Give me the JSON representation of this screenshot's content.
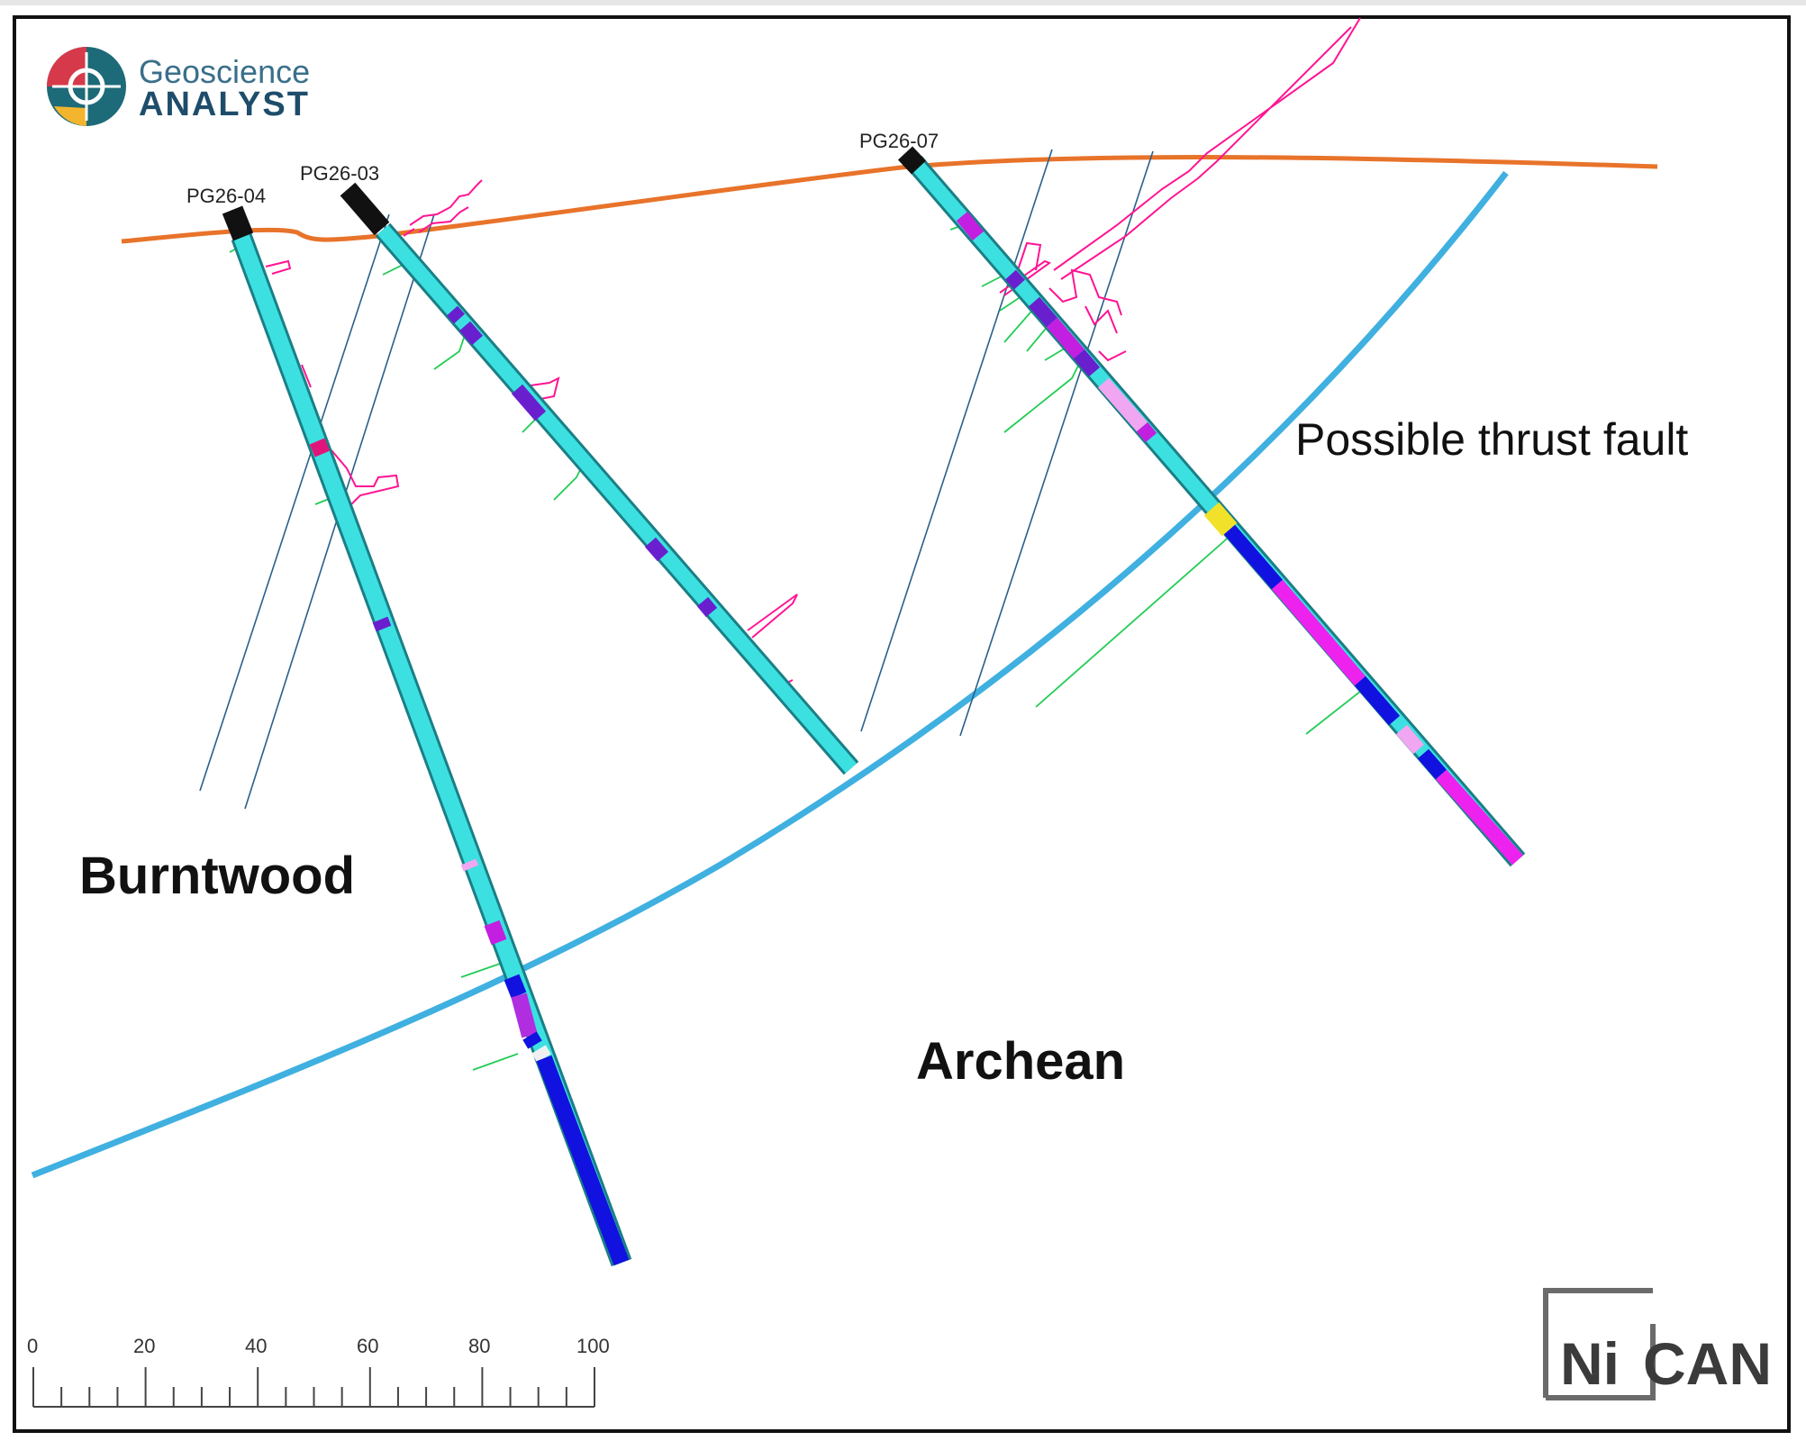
{
  "logo": {
    "line1": "Geoscience",
    "line2": "ANALYST"
  },
  "brand": {
    "name_ni": "Ni",
    "name_can": "CAN"
  },
  "holes": [
    {
      "id": "PG26-04"
    },
    {
      "id": "PG26-03"
    },
    {
      "id": "PG26-07"
    }
  ],
  "labels": {
    "unit_upper": "Burntwood",
    "unit_lower": "Archean",
    "fault": "Possible thrust fault"
  },
  "scale": {
    "ticks": [
      "0",
      "20",
      "40",
      "60",
      "80",
      "100"
    ]
  },
  "colors": {
    "surface": "#e8732a",
    "fault": "#3fb0e0",
    "hole_core": "#3de0e0",
    "hole_edge": "#1a7f86",
    "blue_interval": "#1111e0",
    "magenta_interval": "#ee22ee",
    "purple_interval": "#6a1fcf",
    "pink_interval": "#f0a6f0",
    "assay_pink": "#ff1493",
    "assay_green": "#22cc55",
    "collar": "#111111"
  }
}
